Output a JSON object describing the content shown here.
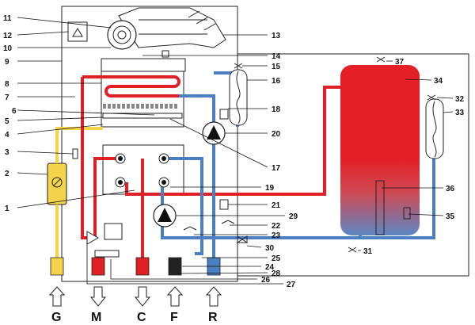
{
  "colors": {
    "hot": "#e11f26",
    "cold": "#4a7fc1",
    "gas": "#f4d24a",
    "tank_top": "#e41f25",
    "tank_bottom": "#5d86c4"
  },
  "labels_left": [
    "11",
    "12",
    "10",
    "9",
    "8",
    "7",
    "6",
    "5",
    "4",
    "3",
    "2",
    "1"
  ],
  "labels_right": [
    "13",
    "14",
    "15",
    "16",
    "18",
    "20",
    "17",
    "19",
    "21",
    "29",
    "22",
    "23",
    "30",
    "25",
    "24",
    "28",
    "26",
    "27"
  ],
  "labels_tank": [
    "37",
    "34",
    "32",
    "33",
    "36",
    "35",
    "31"
  ],
  "ports": [
    "G",
    "M",
    "C",
    "F",
    "R"
  ]
}
